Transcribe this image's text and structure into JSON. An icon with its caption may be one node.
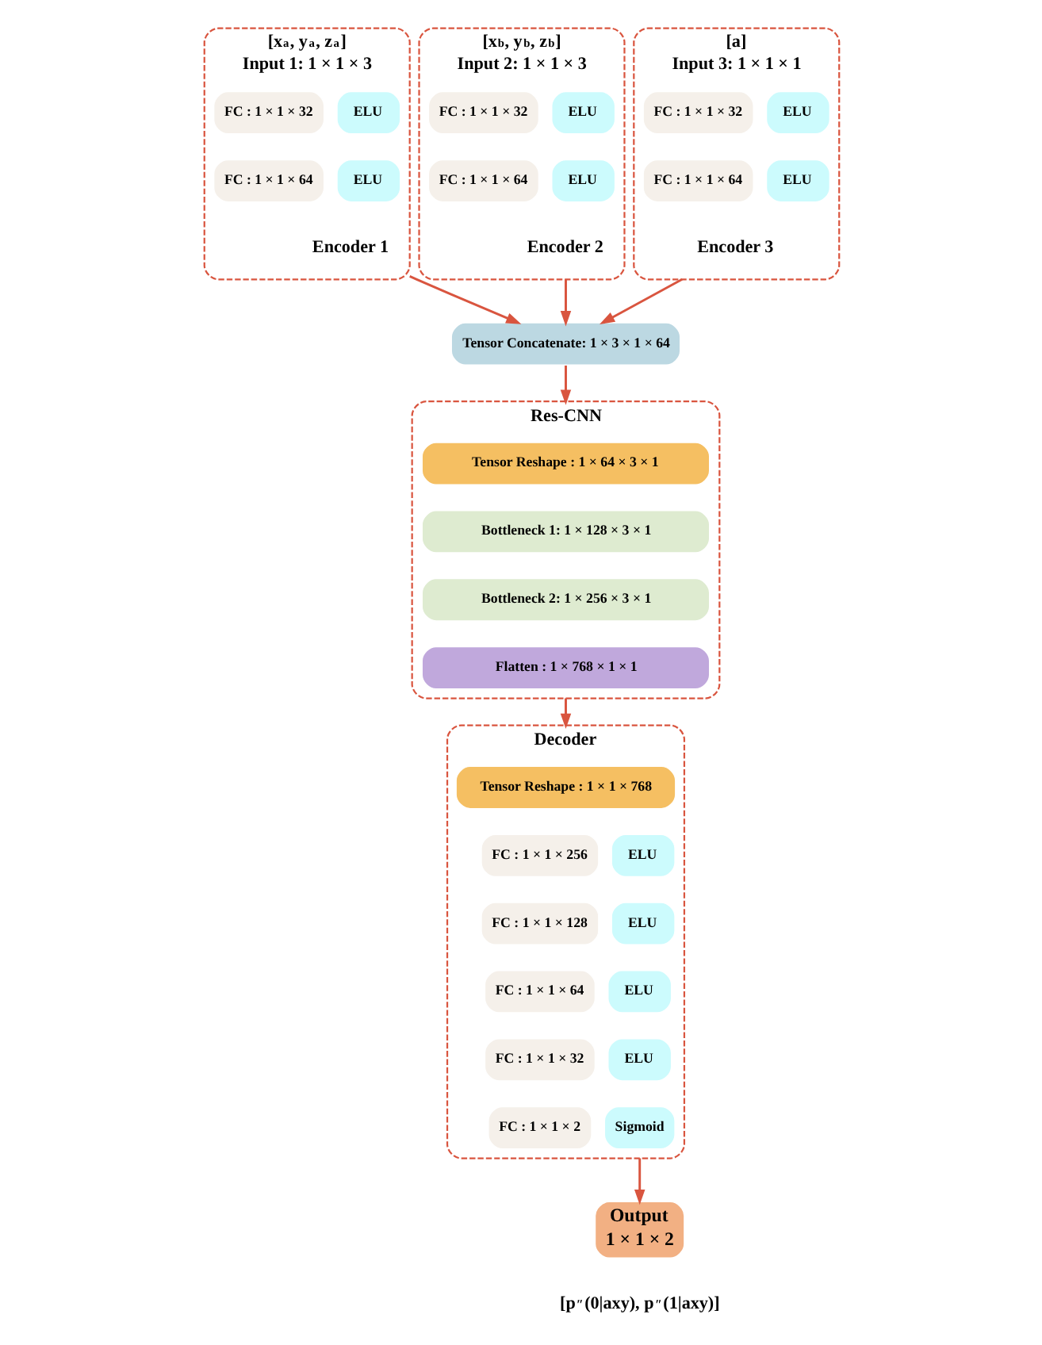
{
  "diagram": {
    "nodes": [
      {
        "text": [
          "Input 1: 1 × 1 × 3"
        ],
        "beside": [
          "[x$_{a}$, y$_{a}$, z$_{a}$]",
          "Encoder 1"
        ]
      },
      {
        "text": [
          "FC : 1 × 1 × 32"
        ],
        "in": 0
      },
      {
        "text": [
          "ELU"
        ],
        "in": 0
      },
      {
        "text": [
          "FC : 1 × 1 × 64"
        ],
        "in": 0
      },
      {
        "text": [
          "ELU"
        ],
        "in": 0
      },
      {
        "text": [
          "Input 2: 1 × 1 × 3"
        ],
        "beside": [
          "[x$_{b}$, y$_{b}$, z$_{b}$]",
          "Encoder 2"
        ]
      },
      {
        "text": [
          "FC : 1 × 1 × 32"
        ],
        "in": 5
      },
      {
        "text": [
          "ELU"
        ],
        "in": 5
      },
      {
        "text": [
          "FC : 1 × 1 × 64"
        ],
        "in": 5
      },
      {
        "text": [
          "ELU"
        ],
        "in": 5
      },
      {
        "text": [
          "Input 3: 1 × 1 × 1"
        ],
        "beside": [
          "[a]",
          "Encoder 3"
        ]
      },
      {
        "text": [
          "FC : 1 × 1 × 32"
        ],
        "in": 10
      },
      {
        "text": [
          "ELU"
        ],
        "in": 10
      },
      {
        "text": [
          "FC : 1 × 1 × 64"
        ],
        "in": 10
      },
      {
        "text": [
          "ELU"
        ],
        "in": 10
      },
      {
        "text": [
          "Tensor Concatenate: 1 × 3 × 1 × 64"
        ]
      },
      {
        "text": [
          "Res-CNN"
        ]
      },
      {
        "text": [
          "Tensor Reshape : 1 × 64 × 3 × 1"
        ],
        "in": 16
      },
      {
        "text": [
          "Bottleneck 1: 1 × 128 × 3 × 1"
        ],
        "in": 16
      },
      {
        "text": [
          "Bottleneck 2: 1 × 256 × 3 × 1"
        ],
        "in": 16
      },
      {
        "text": [
          "Flatten : 1 × 768 × 1 × 1"
        ],
        "in": 16
      },
      {
        "text": [
          "Decoder"
        ]
      },
      {
        "text": [
          "Tensor Reshape : 1 × 1 × 768"
        ],
        "in": 21
      },
      {
        "text": [
          "FC : 1 × 1 × 256"
        ],
        "in": 21
      },
      {
        "text": [
          "ELU"
        ],
        "in": 21
      },
      {
        "text": [
          "FC : 1 × 1 × 128"
        ],
        "in": 21
      },
      {
        "text": [
          "ELU"
        ],
        "in": 21
      },
      {
        "text": [
          "FC : 1 × 1 × 64"
        ],
        "in": 21
      },
      {
        "text": [
          "ELU"
        ],
        "in": 21
      },
      {
        "text": [
          "FC : 1 × 1 × 32"
        ],
        "in": 21
      },
      {
        "text": [
          "ELU"
        ],
        "in": 21
      },
      {
        "text": [
          "FC : 1 × 1 × 2"
        ],
        "in": 21
      },
      {
        "text": [
          "Sigmoid"
        ],
        "in": 21
      },
      {
        "text": [
          "Output",
          "1 × 1 × 2"
        ],
        "beside": [
          "[p$^{″}$(0|axy), p$^{″}$(1|axy)]"
        ]
      }
    ],
    "edges": [
      {
        "from": 0,
        "to": 15,
        "arrow": "to"
      },
      {
        "from": 5,
        "to": 15,
        "arrow": "to"
      },
      {
        "from": 10,
        "to": 15,
        "arrow": "to"
      },
      {
        "from": 15,
        "to": 16,
        "arrow": "to"
      },
      {
        "from": 16,
        "to": 21,
        "arrow": "to"
      },
      {
        "from": 21,
        "to": 33,
        "arrow": "to"
      }
    ]
  }
}
